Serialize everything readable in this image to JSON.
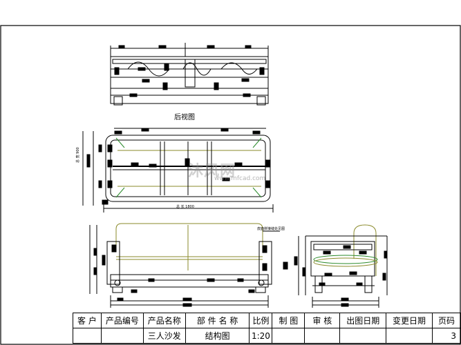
{
  "views": {
    "rear_view_caption": "后视图",
    "dim_front_overall": "总 长 1800",
    "dim_plan_height": "总 宽 900",
    "note_side": "皮面拼接缝处见图"
  },
  "watermark": {
    "brand": "沐风网",
    "url": "www.mfcad.com"
  },
  "title_block": {
    "headers": [
      "客 户",
      "产品编号",
      "产品名称",
      "部 件 名 称",
      "比例",
      "制 图",
      "审 核",
      "出图日期",
      "变更日期",
      "页码"
    ],
    "values": [
      "",
      "",
      "三人沙发",
      "结构图",
      "1:20",
      "",
      "",
      "",
      "",
      "3"
    ]
  },
  "colors": {
    "line": "#000000",
    "olive": "#8a8a2a",
    "accent_green": "#2a8a2a"
  }
}
